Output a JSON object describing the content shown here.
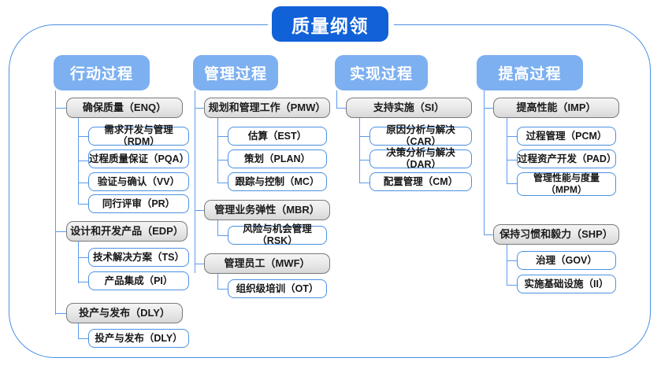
{
  "diagram": {
    "type": "org-tree",
    "title": "质量纲领",
    "accent_colors": {
      "title_fill": "#1161d8",
      "header_fill": "#7db0f0",
      "connector": "#5b9bf0",
      "frame_border": "#4a90e2",
      "group_border": "#7a7a7a",
      "leaf_border": "#4a90e2",
      "page_background": "#ffffff"
    },
    "columns": [
      {
        "header": "行动过程",
        "groups": [
          {
            "label": "确保质量（ENQ）",
            "children": [
              "需求开发与管理（RDM）",
              "过程质量保证（PQA）",
              "验证与确认（VV）",
              "同行评审（PR）"
            ]
          },
          {
            "label": "设计和开发产品（EDP）",
            "children": [
              "技术解决方案（TS）",
              "产品集成（PI）"
            ]
          },
          {
            "label": "投产与发布（DLY）",
            "children": [
              "投产与发布（DLY）"
            ]
          }
        ]
      },
      {
        "header": "管理过程",
        "groups": [
          {
            "label": "规划和管理工作（PMW）",
            "children": [
              "估算（EST）",
              "策划（PLAN）",
              "跟踪与控制（MC）"
            ]
          },
          {
            "label": "管理业务弹性（MBR）",
            "children": [
              "风险与机会管理（RSK）"
            ]
          },
          {
            "label": "管理员工（MWF）",
            "children": [
              "组织级培训（OT）"
            ]
          }
        ]
      },
      {
        "header": "实现过程",
        "groups": [
          {
            "label": "支持实施（SI）",
            "children": [
              "原因分析与解决（CAR）",
              "决策分析与解决（DAR）",
              "配置管理（CM）"
            ]
          }
        ]
      },
      {
        "header": "提高过程",
        "groups": [
          {
            "label": "提高性能（IMP）",
            "children": [
              "过程管理（PCM）",
              "过程资产开发（PAD）",
              "管理性能与度量\n（MPM）"
            ]
          },
          {
            "label": "保持习惯和毅力（SHP）",
            "children": [
              "治理（GOV）",
              "实施基础设施（II）"
            ]
          }
        ]
      }
    ]
  }
}
